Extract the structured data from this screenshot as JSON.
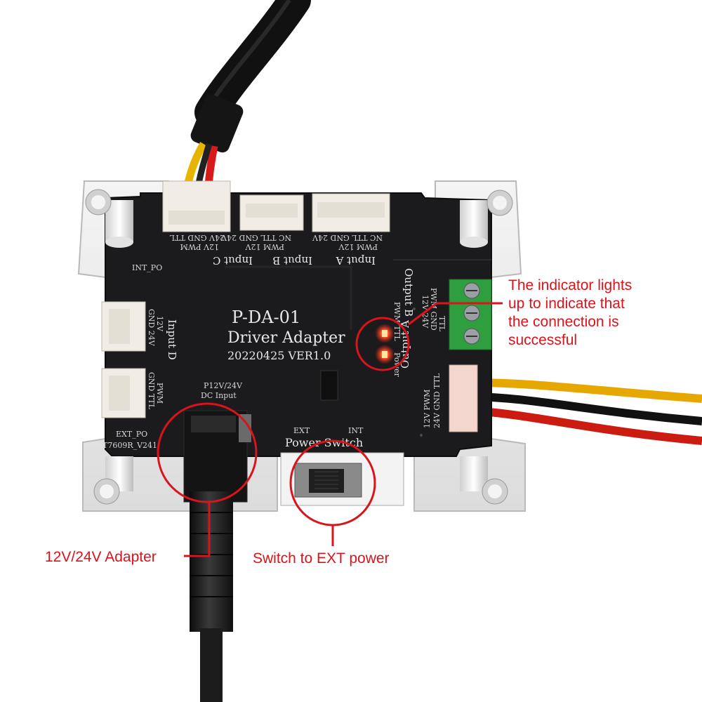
{
  "board": {
    "model": "P-DA-01",
    "name": "Driver Adapter",
    "version": "20220425 VER1.0",
    "labels": {
      "input_a": "Input A",
      "input_b": "Input B",
      "input_c": "Input C",
      "input_d": "Input D",
      "output_a": "Output A",
      "output_b": "Output B",
      "int_po": "INT_PO",
      "ext_po": "EXT_PO",
      "power_switch": "Power Switch",
      "switch_ext": "EXT",
      "switch_int": "INT",
      "dc_input_line1": "P12V/24V",
      "dc_input_line2": "DC Input",
      "part_code": "T7609R_V241",
      "led_pwm_ttl": "PWM TTL",
      "led_power": "Power",
      "pins_top_c": "24V GND TTL",
      "pins_top_c2": "12V  PWM",
      "pins_top_b": "NC TTL GND 24V",
      "pins_top_b2": "PWM 12V",
      "pins_top_a": "NC TTL GND 24V",
      "pins_top_a2": "PWM 12V",
      "pins_d1": "GND 24V",
      "pins_d1b": "12V",
      "pins_d2": "GND TTL",
      "pins_d2b": "PWM",
      "pins_out_b": "12V 24V",
      "pins_out_b2": "PWM GND",
      "pins_out_b3": "TTL",
      "pins_out_a": "12V PWM",
      "pins_out_a2": "24V GND TTL"
    }
  },
  "callouts": {
    "indicator": [
      "The indicator lights",
      "up to indicate  that",
      "the connection is",
      "successful"
    ],
    "adapter": "12V/24V Adapter",
    "switch": "Switch to EXT power"
  },
  "colors": {
    "annotation": "#d9141b",
    "pcb": "#1b1b1d",
    "terminal_block": "#2e9e3e",
    "led": "#ff2a1a"
  }
}
